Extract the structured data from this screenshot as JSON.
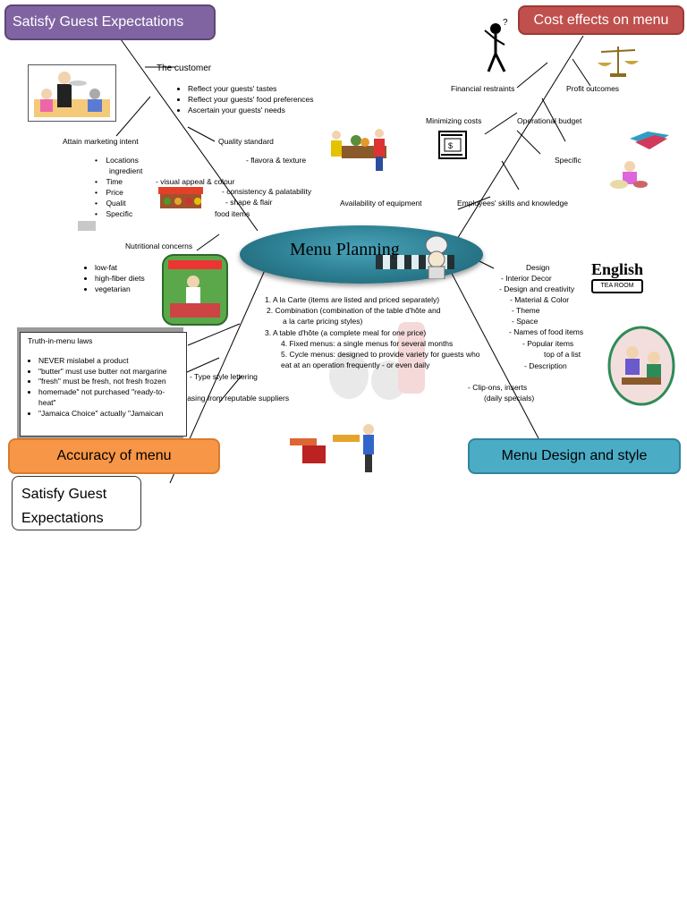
{
  "title": "Menu Planning",
  "categories": {
    "satisfy": "Satisfy Guest Expectations",
    "cost": "Cost effects on menu",
    "accuracy": "Accuracy of menu",
    "design_style": "Menu Design and style",
    "satisfy_small": "Satisfy Guest Expectations"
  },
  "satisfy_branch": {
    "customer_heading": "The customer",
    "customer_items": [
      "Reflect your guests' tastes",
      "Reflect your guests' food preferences",
      "Ascertain your guests' needs"
    ],
    "marketing_heading": "Attain marketing intent",
    "marketing_items": [
      "Locations",
      "ingredient",
      "Time",
      "Price",
      "Qualit",
      "Specific"
    ],
    "quality_heading": "Quality standard",
    "quality_items": [
      "- flavora & texture",
      "- visual appeal & colour",
      "- consistency & palatability",
      "- shape & flair",
      "food items"
    ],
    "nutrition_heading": "Nutritional concerns",
    "nutrition_items": [
      "low-fat",
      "high-fiber diets",
      "vegetarian"
    ]
  },
  "cost_branch": {
    "financial": "Financial restraints",
    "profit": "Profit outcomes",
    "minimizing": "Minimizing costs",
    "operational": "Operational budget",
    "specific": "Specific",
    "equipment": "Availability of equipment",
    "employees": "Employees' skills and knowledge"
  },
  "menu_types": {
    "lines": [
      "1.    A la Carte (items are listed and priced separately)",
      "2.    Combination (combination of the table d'hôte and",
      "a la carte  pricing styles)",
      "3.    A table d'hôte (a complete meal for one price)",
      "4. Fixed menus: a single menus for several months",
      "5. Cycle menus: designed to provide variety for guests who",
      "eat at an operation frequently - or even daily"
    ]
  },
  "design_branch": {
    "lines": [
      "Design",
      "-  Interior Decor",
      "- Design and creativity",
      "- Material & Color",
      "-  Theme",
      "- Space",
      "- Names of food items",
      "-       Popular items",
      "top of a list",
      "- Description"
    ],
    "clipons": "- Clip-ons, inserts",
    "daily": "(daily specials)"
  },
  "accuracy_branch": {
    "typestyle": "- Type style lettering",
    "purchasing": "Purchasing from reputable suppliers",
    "truth_heading": "Truth-in-menu laws",
    "truth_items": [
      "NEVER mislabel a product",
      "\"butter\" must use butter not margarine",
      "\"fresh\" must be fresh, not fresh frozen",
      "homemade\" not purchased \"ready-to-heat\"",
      "\"Jamaica Choice\" actually \"Jamaican"
    ]
  },
  "english_sign": {
    "word": "English",
    "sub": "TEA ROOM"
  },
  "colors": {
    "purple": "#8064a2",
    "red": "#c0504d",
    "orange": "#f79646",
    "teal": "#4bacc6",
    "ellipse": "#31859c"
  }
}
